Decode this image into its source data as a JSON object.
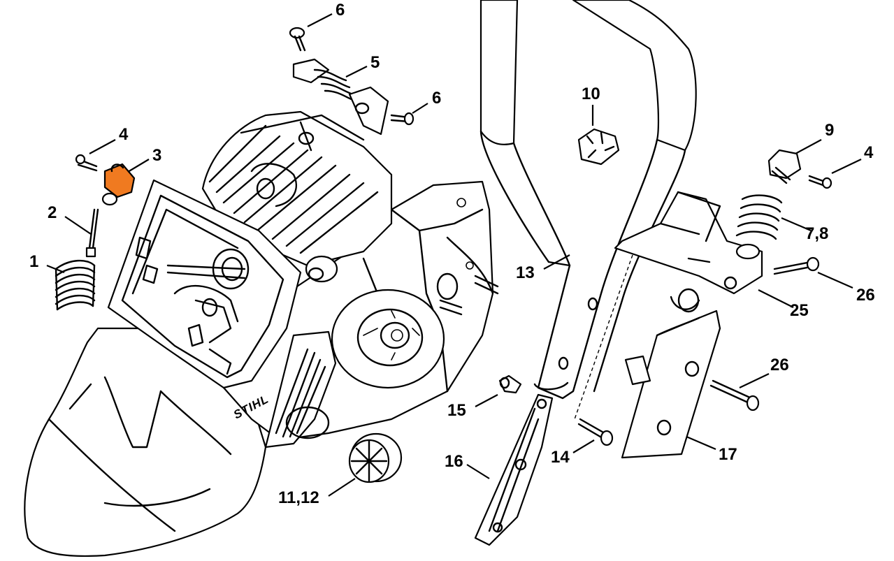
{
  "diagram": {
    "brand_mark": "STIHL",
    "highlight_color": "#f07a20",
    "callouts": [
      {
        "id": "c1",
        "label": "1"
      },
      {
        "id": "c2",
        "label": "2"
      },
      {
        "id": "c3",
        "label": "3"
      },
      {
        "id": "c4a",
        "label": "4"
      },
      {
        "id": "c4b",
        "label": "4"
      },
      {
        "id": "c5",
        "label": "5"
      },
      {
        "id": "c6a",
        "label": "6"
      },
      {
        "id": "c6b",
        "label": "6"
      },
      {
        "id": "c7",
        "label": "7,8"
      },
      {
        "id": "c9",
        "label": "9"
      },
      {
        "id": "c10",
        "label": "10"
      },
      {
        "id": "c11",
        "label": "11,12"
      },
      {
        "id": "c13",
        "label": "13"
      },
      {
        "id": "c14",
        "label": "14"
      },
      {
        "id": "c15",
        "label": "15"
      },
      {
        "id": "c16",
        "label": "16"
      },
      {
        "id": "c17",
        "label": "17"
      },
      {
        "id": "c25",
        "label": "25"
      },
      {
        "id": "c26a",
        "label": "26"
      },
      {
        "id": "c26b",
        "label": "26"
      }
    ]
  }
}
